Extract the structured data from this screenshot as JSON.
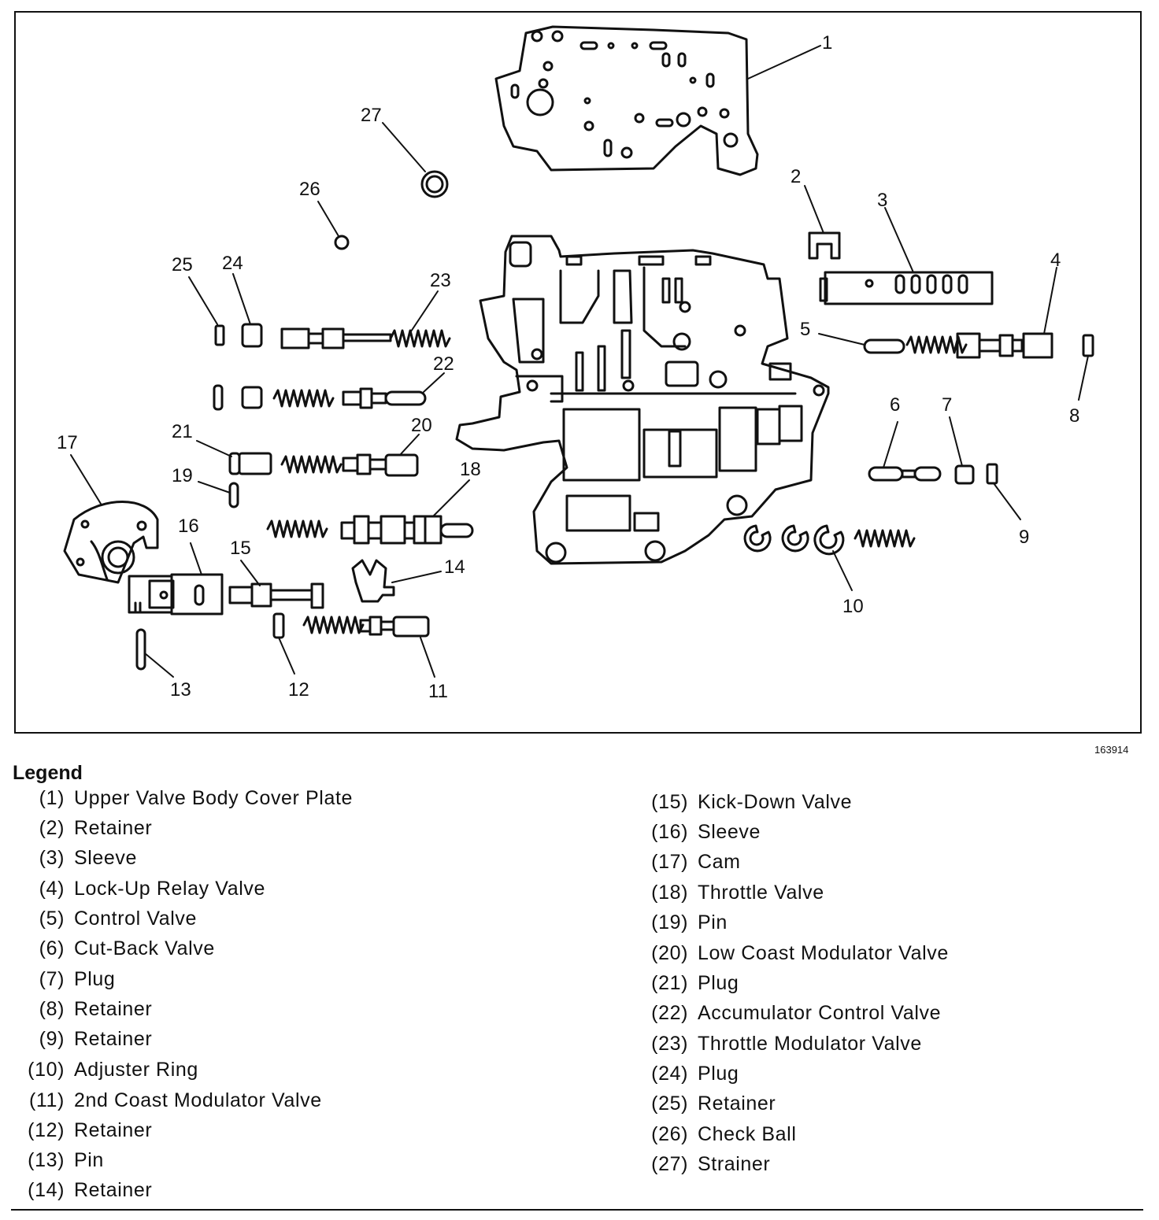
{
  "figure_id": "163914",
  "legend_title": "Legend",
  "callouts": [
    "1",
    "2",
    "3",
    "4",
    "5",
    "6",
    "7",
    "8",
    "9",
    "10",
    "11",
    "12",
    "13",
    "14",
    "15",
    "16",
    "17",
    "18",
    "19",
    "20",
    "21",
    "22",
    "23",
    "24",
    "25",
    "26",
    "27"
  ],
  "legend_left": [
    {
      "num": "(1)",
      "label": "Upper Valve Body Cover Plate"
    },
    {
      "num": "(2)",
      "label": "Retainer"
    },
    {
      "num": "(3)",
      "label": "Sleeve"
    },
    {
      "num": "(4)",
      "label": "Lock-Up Relay Valve"
    },
    {
      "num": "(5)",
      "label": "Control Valve"
    },
    {
      "num": "(6)",
      "label": "Cut-Back Valve"
    },
    {
      "num": "(7)",
      "label": "Plug"
    },
    {
      "num": "(8)",
      "label": "Retainer"
    },
    {
      "num": "(9)",
      "label": "Retainer"
    },
    {
      "num": "(10)",
      "label": "Adjuster Ring"
    },
    {
      "num": "(11)",
      "label": "2nd Coast Modulator Valve"
    },
    {
      "num": "(12)",
      "label": "Retainer"
    },
    {
      "num": "(13)",
      "label": "Pin"
    },
    {
      "num": "(14)",
      "label": "Retainer"
    }
  ],
  "legend_right": [
    {
      "num": "(15)",
      "label": "Kick-Down Valve"
    },
    {
      "num": "(16)",
      "label": "Sleeve"
    },
    {
      "num": "(17)",
      "label": "Cam"
    },
    {
      "num": "(18)",
      "label": "Throttle Valve"
    },
    {
      "num": "(19)",
      "label": "Pin"
    },
    {
      "num": "(20)",
      "label": "Low Coast Modulator Valve"
    },
    {
      "num": "(21)",
      "label": "Plug"
    },
    {
      "num": "(22)",
      "label": "Accumulator Control Valve"
    },
    {
      "num": "(23)",
      "label": "Throttle Modulator Valve"
    },
    {
      "num": "(24)",
      "label": "Plug"
    },
    {
      "num": "(25)",
      "label": "Retainer"
    },
    {
      "num": "(26)",
      "label": "Check Ball"
    },
    {
      "num": "(27)",
      "label": "Strainer"
    }
  ]
}
